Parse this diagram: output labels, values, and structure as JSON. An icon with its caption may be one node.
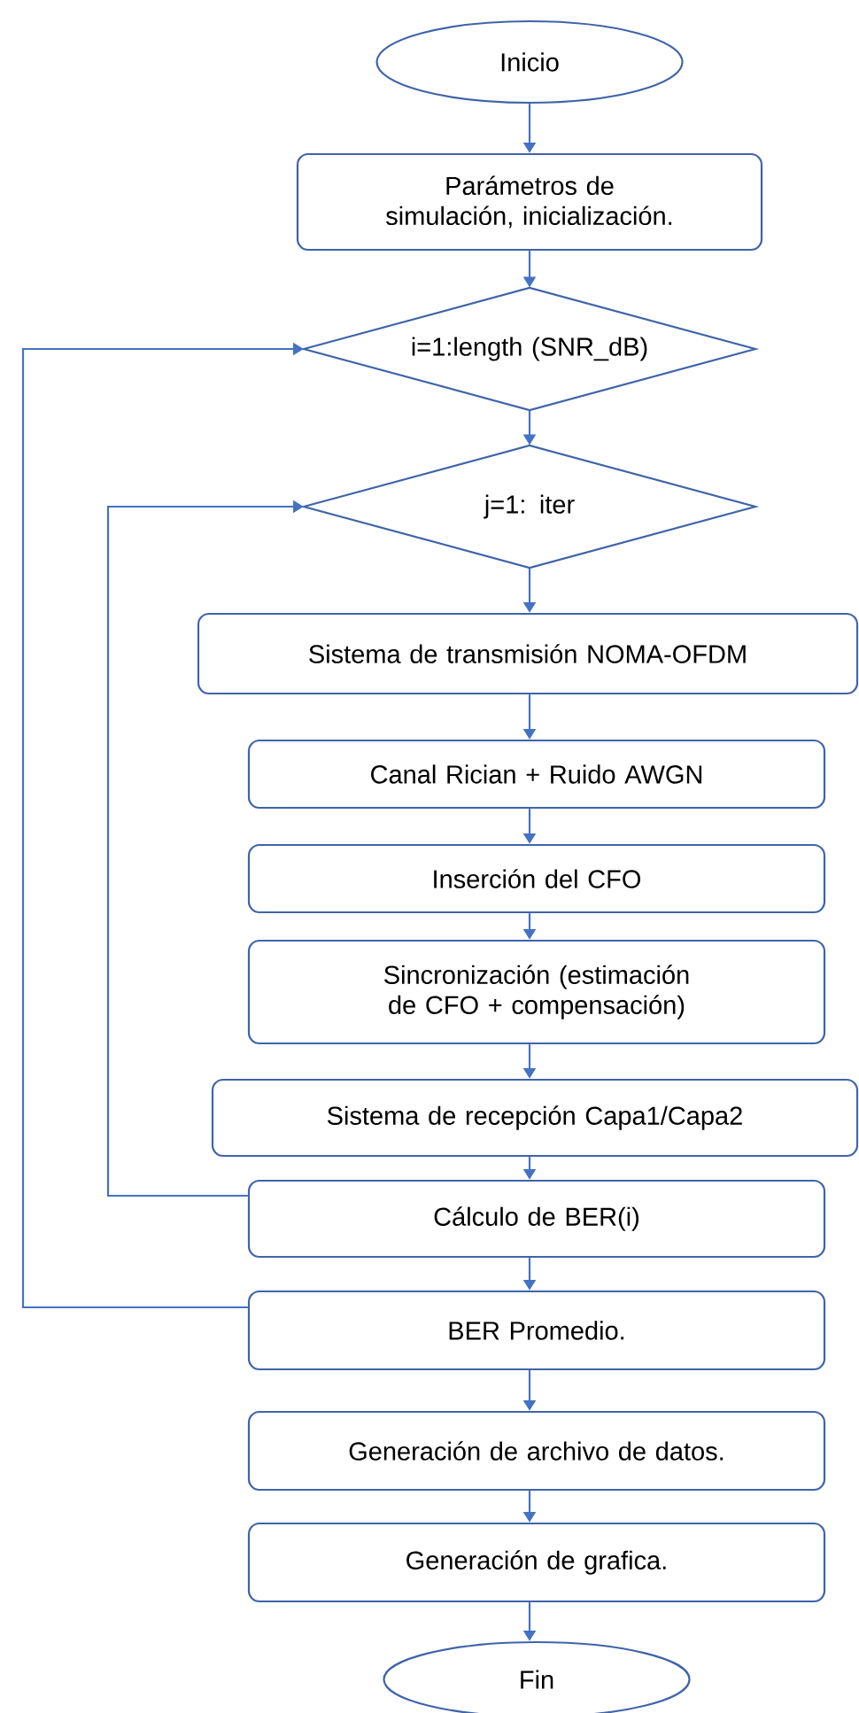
{
  "diagram": {
    "nodes": [
      {
        "text": [
          "Inicio"
        ]
      },
      {
        "text": [
          "Parámetros de simulación, inicialización."
        ]
      },
      {
        "text": [
          "i=1:length (SNR_dB)"
        ]
      },
      {
        "text": [
          "j=1: iter"
        ]
      },
      {
        "text": [
          "Sistema de transmisión NOMA-OFDM"
        ]
      },
      {
        "text": [
          "Canal Rician + Ruido AWGN"
        ]
      },
      {
        "text": [
          "Inserción del CFO"
        ]
      },
      {
        "text": [
          "Sincronización (estimación de CFO + compensación)"
        ]
      },
      {
        "text": [
          "Sistema de recepción Capa1/Capa2"
        ]
      },
      {
        "text": [
          "Cálculo de BER(i)"
        ]
      },
      {
        "text": [
          "BER Promedio."
        ]
      },
      {
        "text": [
          "Generación de archivo de datos."
        ]
      },
      {
        "text": [
          "Generación de grafica."
        ]
      },
      {
        "text": [
          "Fin"
        ]
      }
    ],
    "edges": [
      {
        "from": 0,
        "to": 1,
        "arrow": "to"
      },
      {
        "from": 1,
        "to": 2,
        "arrow": "to"
      },
      {
        "from": 2,
        "to": 3,
        "arrow": "to"
      },
      {
        "from": 3,
        "to": 4,
        "arrow": "to"
      },
      {
        "from": 4,
        "to": 5,
        "arrow": "to"
      },
      {
        "from": 5,
        "to": 6,
        "arrow": "to"
      },
      {
        "from": 6,
        "to": 7,
        "arrow": "to"
      },
      {
        "from": 7,
        "to": 8,
        "arrow": "to"
      },
      {
        "from": 8,
        "to": 9,
        "arrow": "to"
      },
      {
        "from": 9,
        "to": 10,
        "arrow": "to"
      },
      {
        "from": 10,
        "to": 11,
        "arrow": "to"
      },
      {
        "from": 11,
        "to": 12,
        "arrow": "to"
      },
      {
        "from": 12,
        "to": 13,
        "arrow": "to"
      },
      {
        "from": 9,
        "to": 3,
        "arrow": "to"
      },
      {
        "from": 10,
        "to": 2,
        "arrow": "to"
      }
    ]
  }
}
